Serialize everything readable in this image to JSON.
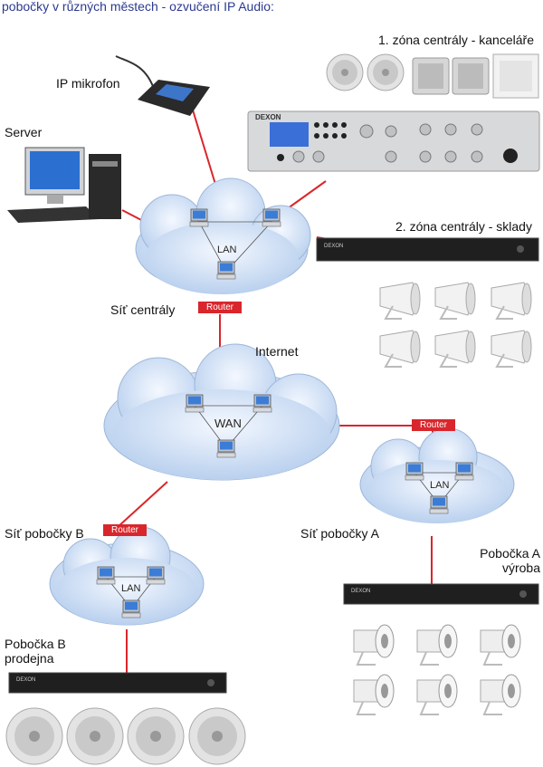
{
  "title": "pobočky v různých městech - ozvučení IP Audio:",
  "labels": {
    "zone1": "1. zóna centrály - kanceláře",
    "mic": "IP mikrofon",
    "server": "Server",
    "central_net": "Síť centrály",
    "zone2": "2. zóna centrály - sklady",
    "internet": "Internet",
    "branch_b_net": "Síť pobočky B",
    "branch_a_net": "Síť pobočky A",
    "branch_a_line1": "Pobočka A",
    "branch_a_line2": "výroba",
    "branch_b_line1": "Pobočka B",
    "branch_b_line2": "prodejna"
  },
  "clouds": {
    "central": "LAN",
    "wan": "WAN",
    "branch_a": "LAN",
    "branch_b": "LAN"
  },
  "router_label": "Router",
  "brand": "DEXON",
  "colors": {
    "title": "#2b3a8f",
    "link": "#d9262c",
    "router": "#d9262c",
    "cloud": "#cfe0f5"
  }
}
